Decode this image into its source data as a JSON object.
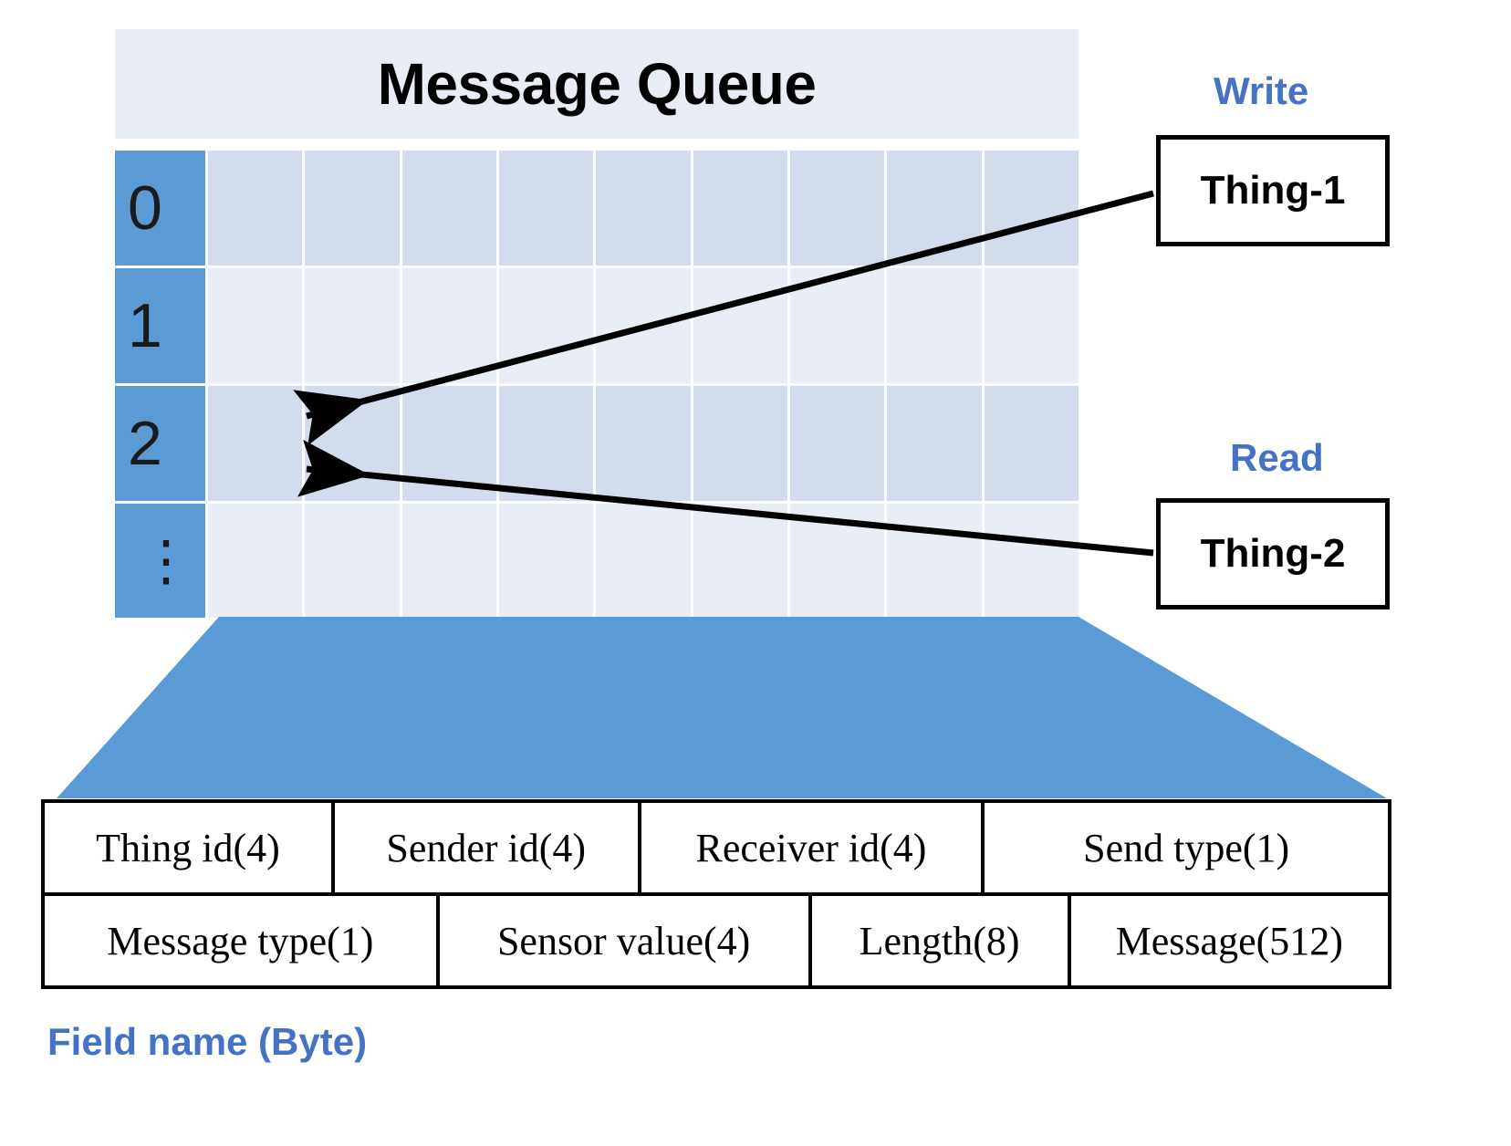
{
  "queue": {
    "title": "Message Queue",
    "header_bg": "#e9edf6",
    "index_bg": "#5b9bd5",
    "row_shade_dark": "#d3dcec",
    "row_shade_light": "#e9edf6",
    "column_count": 9,
    "rows": [
      {
        "index_label": "0",
        "shade": "dark"
      },
      {
        "index_label": "1",
        "shade": "light"
      },
      {
        "index_label": "2",
        "shade": "dark"
      },
      {
        "index_label": "⋮",
        "shade": "light"
      }
    ]
  },
  "actors": {
    "accent_color": "#4472c4",
    "write": {
      "label": "Write",
      "box_label": "Thing-1"
    },
    "read": {
      "label": "Read",
      "box_label": "Thing-2"
    }
  },
  "funnel": {
    "color": "#5b9bd5"
  },
  "field_table": {
    "caption": "Field name (Byte)",
    "rows": [
      [
        {
          "label": "Thing id(4)",
          "width_pct": 21.6
        },
        {
          "label": "Sender id(4)",
          "width_pct": 22.8
        },
        {
          "label": "Receiver id(4)",
          "width_pct": 25.6
        },
        {
          "label": "Send type(1)",
          "width_pct": 30.0
        }
      ],
      [
        {
          "label": "Message type(1)",
          "width_pct": 29.4
        },
        {
          "label": "Sensor value(4)",
          "width_pct": 27.7
        },
        {
          "label": "Length(8)",
          "width_pct": 19.3
        },
        {
          "label": "Message(512)",
          "width_pct": 23.6
        }
      ]
    ]
  }
}
